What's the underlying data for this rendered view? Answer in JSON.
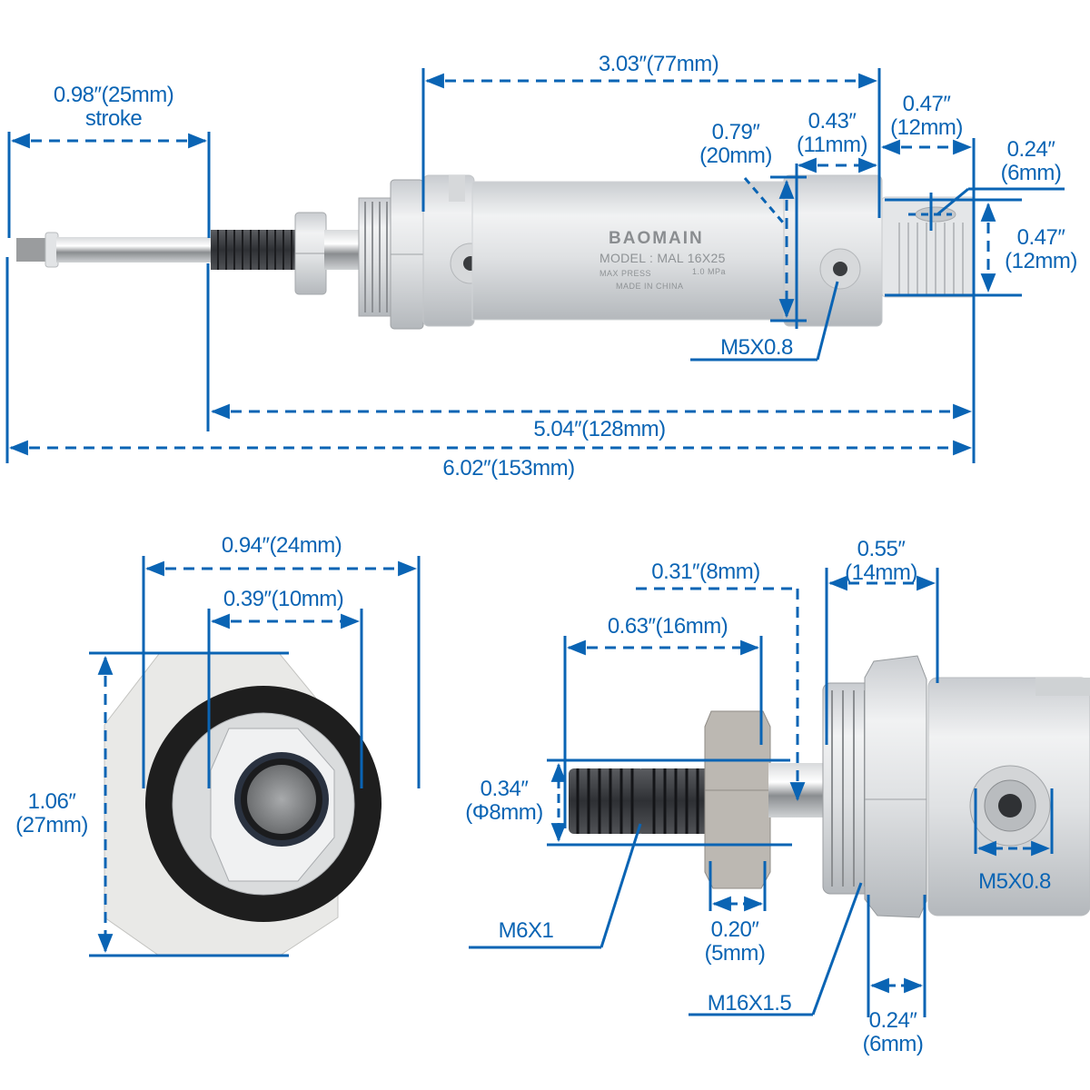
{
  "colors": {
    "dimension_blue": "#0a64b4",
    "background": "#ffffff",
    "aluminum_light": "#e6e8ea",
    "aluminum_mid": "#c9ccd0",
    "steel_dark": "#3a3c40",
    "engrave_gray": "#8e9295"
  },
  "cylinder_marking": {
    "brand": "BAOMAIN",
    "model": "MODEL : MAL 16X25",
    "max_press_label": "MAX  PRESS",
    "max_press_value": "1.0 MPa",
    "origin": "MADE  IN  CHINA"
  },
  "side_view": {
    "stroke": {
      "line1": "0.98″(25mm)",
      "line2": "stroke"
    },
    "body_length": {
      "line1": "3.03″(77mm)"
    },
    "body_diameter": {
      "line1": "0.79″",
      "line2": "(20mm)"
    },
    "end_cap_length": {
      "line1": "0.43″",
      "line2": "(11mm)"
    },
    "rear_thread_length": {
      "line1": "0.47″",
      "line2": "(12mm)"
    },
    "rear_hole": {
      "line1": "0.24″",
      "line2": "(6mm)"
    },
    "rear_thread_diameter": {
      "line1": "0.47″",
      "line2": "(12mm)"
    },
    "rear_port": {
      "line1": "M5X0.8"
    },
    "retracted_length": {
      "line1": "5.04″(128mm)"
    },
    "extended_length": {
      "line1": "6.02″(153mm)"
    }
  },
  "end_view": {
    "width": {
      "line1": "0.94″(24mm)"
    },
    "inner": {
      "line1": "0.39″(10mm)"
    },
    "height": {
      "line1": "1.06″",
      "line2": "(27mm)"
    }
  },
  "detail_view": {
    "rod_to_nut": {
      "line1": "0.31″(8mm)"
    },
    "rod_thread_length": {
      "line1": "0.63″(16mm)"
    },
    "mount_thread_length": {
      "line1": "0.55″",
      "line2": "(14mm)"
    },
    "rod_diameter": {
      "line1": "0.34″",
      "line2": "(Φ8mm)"
    },
    "rod_thread": {
      "line1": "M6X1"
    },
    "jam_nut_thickness": {
      "line1": "0.20″",
      "line2": "(5mm)"
    },
    "mount_thread": {
      "line1": "M16X1.5"
    },
    "mount_nut_thickness": {
      "line1": "0.24″",
      "line2": "(6mm)"
    },
    "front_port": {
      "line1": "M5X0.8"
    }
  }
}
